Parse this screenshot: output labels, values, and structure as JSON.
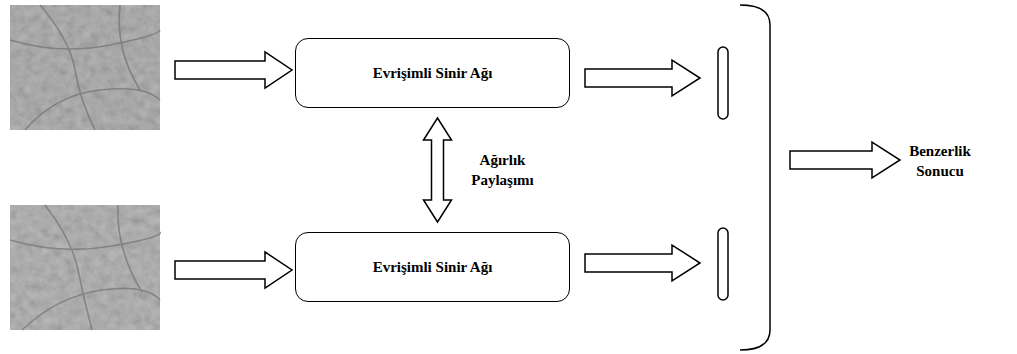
{
  "diagram": {
    "nodes": [
      {
        "text": [
          "Evrişimli Sinir Ağı"
        ]
      },
      {
        "text": [
          "Evrişimli Sinir Ağı"
        ]
      }
    ],
    "edges": [
      {
        "from": 0,
        "to": 1,
        "arrow": "both",
        "label": "Ağırlık Paylaşımı"
      }
    ],
    "labels": [
      "Benzerlik Sonucu"
    ]
  }
}
